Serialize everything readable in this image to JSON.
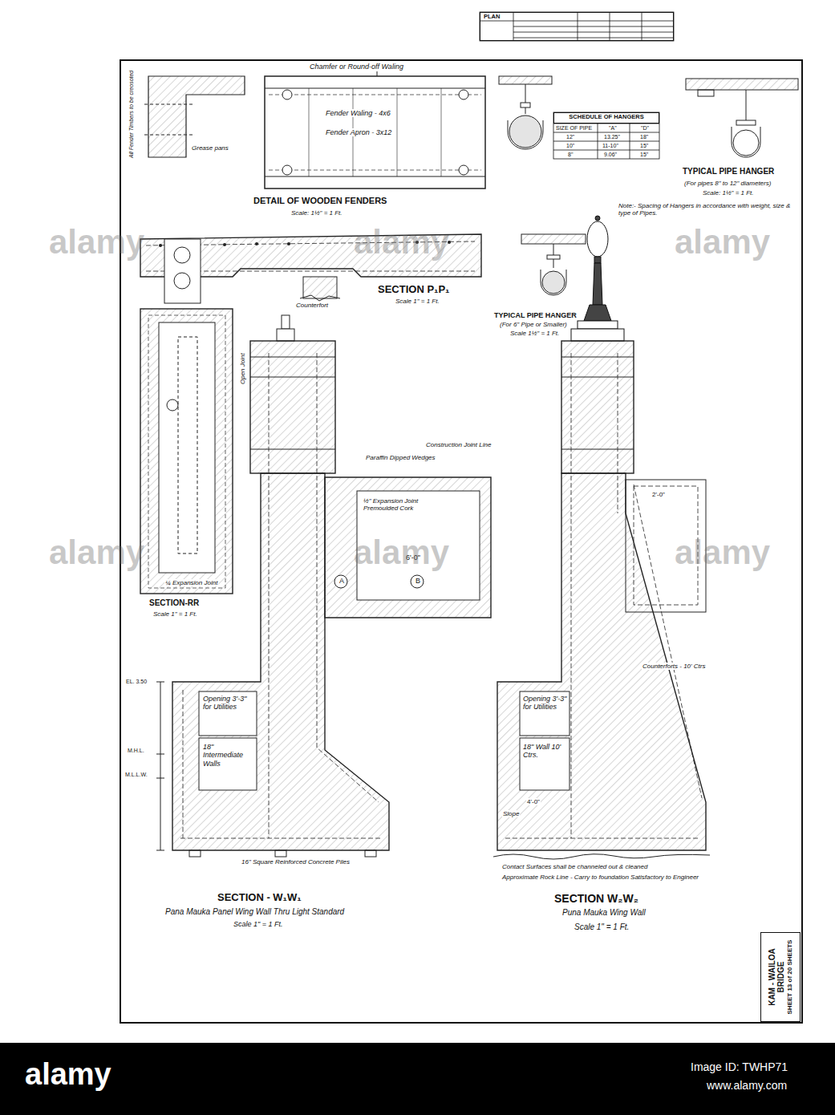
{
  "diagram": {
    "nodes": [
      {
        "text": [
          "PLAN"
        ]
      },
      {
        "text": [
          "SCHEDULE OF HANGERS"
        ]
      },
      {
        "text": [
          "KAM - WAILOA BRIDGE",
          "SHEET 13 of 20 SHEETS"
        ]
      }
    ],
    "labels": [
      "All Fender Timbers to be creosoted",
      "Grease pans",
      "Chamfer or Round-off Waling",
      "Fender Waling - 4x6",
      "Fender Apron - 3x12",
      "DETAIL OF WOODEN FENDERS",
      "Scale: 1½\" = 1 Ft.",
      "TYPICAL PIPE HANGER",
      "(For pipes 8\" to 12\" diameters)",
      "Scale: 1½\" = 1 Ft.",
      "Note:- Spacing of Hangers in accordance with weight, size & type of Pipes.",
      "SIZE OF PIPE",
      "\"A\"",
      "\"D\"",
      "12\"",
      "13.25\"",
      "18\"",
      "10\"",
      "11-10\"",
      "15\"",
      "8\"",
      "9.06\"",
      "15\"",
      "TYPICAL PIPE HANGER",
      "(For 6\" Pipe or Smaller)",
      "Scale 1½\" = 1 Ft.",
      "SECTION P₁P₁",
      "Scale 1\" = 1 Ft.",
      "Counterfort",
      "SECTION-RR",
      "Scale 1\" = 1 Ft.",
      "¼ Expansion Joint",
      "Open Joint",
      "Paraffin Dipped Wedges",
      "Construction Joint Line",
      "½\" Expansion Joint Premoulded Cork",
      "6'-0\"",
      "A",
      "B",
      "Counterforts - 10' Ctrs",
      "Opening 3'-3\" for Utilities",
      "18\" Intermediate Walls",
      "Opening 3'-3\" for Utilities",
      "18\" Wall 10' Ctrs.",
      "16\" Square Reinforced Concrete Piles",
      "Contact Surfaces shall be channeled out & cleaned",
      "Approximate Rock Line - Carry to foundation Satisfactory to Engineer",
      "SECTION - W₁W₁",
      "Pana Mauka Panel Wing Wall Thru Light Standard",
      "Scale 1\" = 1 Ft.",
      "SECTION W₂W₂",
      "Puna Mauka Wing Wall",
      "Scale 1\" = 1 Ft.",
      "EL. 3.50",
      "M.H.L.",
      "M.L.L.W.",
      "Slope",
      "2'-0\"",
      "4'-0\"",
      "alamy",
      "alamy",
      "alamy",
      "alamy",
      "alamy",
      "alamy",
      "alamy",
      "Image ID: TWHP71",
      "www.alamy.com"
    ]
  }
}
